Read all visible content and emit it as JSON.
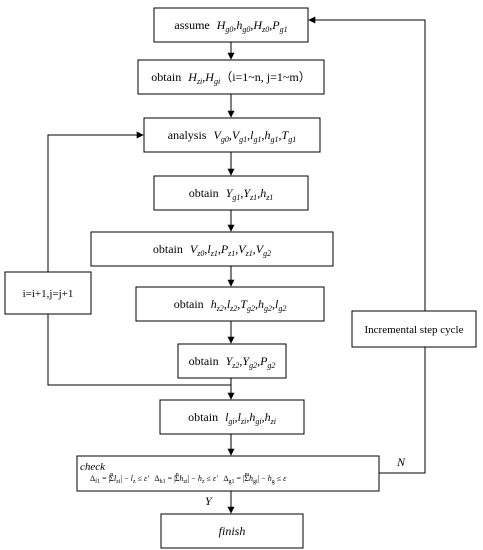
{
  "steps": {
    "assume": {
      "label": "assume",
      "vars": "Hg0,hg0,Hz0,Pg1"
    },
    "obtain_hz": {
      "label": "obtain",
      "vars": "Hzi,Hgi",
      "range": "（i=1~n, j=1~m）"
    },
    "analysis": {
      "label": "analysis",
      "vars": "Vg0,Vg1,lg1,hg1,Tg1"
    },
    "obtain_y": {
      "label": "obtain",
      "vars": "Yg1,Yz1,hz1"
    },
    "obtain_v": {
      "label": "obtain",
      "vars": "Vz0,lz1,Pz1,Vz1,Vg2"
    },
    "obtain_h": {
      "label": "obtain",
      "vars": "hz2,lz2,Tg2,hg2,lg2"
    },
    "obtain_yz2": {
      "label": "obtain",
      "vars": "Yz2,Yg2,Pg2"
    },
    "obtain_l": {
      "label": "obtain",
      "vars": "lgi,lzi,hgi,hzi"
    },
    "check": {
      "label": "check",
      "formula": "Δ_f1 = |Σ l_zi| − l_z ≤ ε′ Δ_h1 = |Σ h_zi| − h_z ≤ ε′ Δ_g1 = |Σ h_gi| − h_g ≤ ε"
    },
    "finish": {
      "label": "finish"
    }
  },
  "side": {
    "increment": "i=i+1,j=j+1",
    "cycle": "Incremental step cycle"
  },
  "edges": {
    "no": "N",
    "yes": "Y"
  }
}
